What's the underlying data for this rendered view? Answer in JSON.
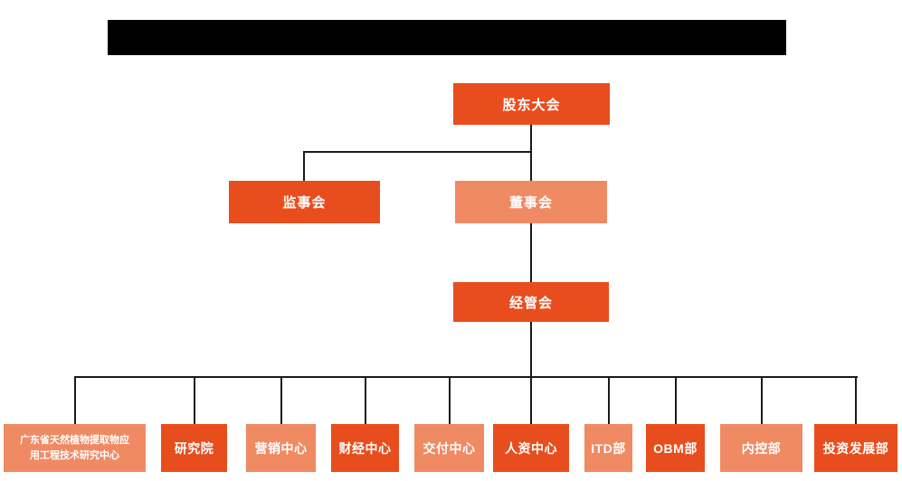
{
  "colors": {
    "primary": "#e84e1d",
    "secondary": "#ef8a63",
    "line": "#1a1a1a",
    "box_text": "#ffffff",
    "redaction": "#000000"
  },
  "chart": {
    "type": "org-chart",
    "title": "",
    "title_is_redacted_black_bar": true,
    "nodes": {
      "shareholders": {
        "label": "股东大会",
        "variant": "primary"
      },
      "supervisory_board": {
        "label": "监事会",
        "variant": "primary"
      },
      "board_of_directors": {
        "label": "董事会",
        "variant": "secondary"
      },
      "management_committee": {
        "label": "经管会",
        "variant": "primary"
      }
    },
    "departments": [
      {
        "label": "广东省天然植物提取物应用工程技术研究中心",
        "variant": "secondary"
      },
      {
        "label": "研究院",
        "variant": "primary"
      },
      {
        "label": "营销中心",
        "variant": "secondary"
      },
      {
        "label": "财经中心",
        "variant": "primary"
      },
      {
        "label": "交付中心",
        "variant": "secondary"
      },
      {
        "label": "人资中心",
        "variant": "primary"
      },
      {
        "label": "ITD部",
        "variant": "secondary"
      },
      {
        "label": "OBM部",
        "variant": "primary"
      },
      {
        "label": "内控部",
        "variant": "secondary"
      },
      {
        "label": "投资发展部",
        "variant": "primary"
      }
    ]
  }
}
